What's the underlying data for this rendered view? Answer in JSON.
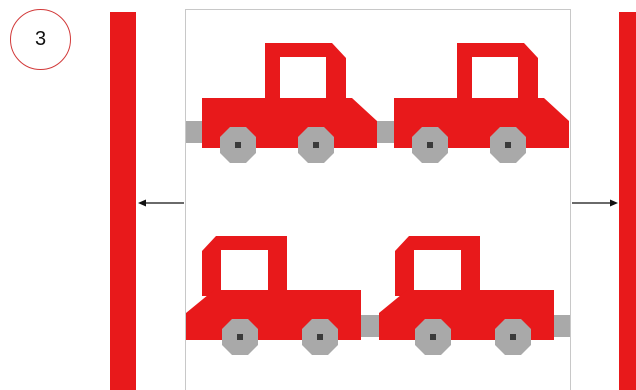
{
  "step": {
    "number": "3"
  },
  "colors": {
    "strip": "#e8191b",
    "car_body": "#e8191b",
    "wheel": "#a9a9a9",
    "hub": "#3a3a3a",
    "bar": "#a9a9a9",
    "window": "#ffffff",
    "arrow": "#111111"
  },
  "diagram": {
    "rows": [
      {
        "name": "top-row",
        "car_count": 2,
        "facing": "right"
      },
      {
        "name": "bottom-row",
        "car_count": 2,
        "facing": "left"
      }
    ],
    "arrows": [
      "left",
      "right"
    ]
  }
}
